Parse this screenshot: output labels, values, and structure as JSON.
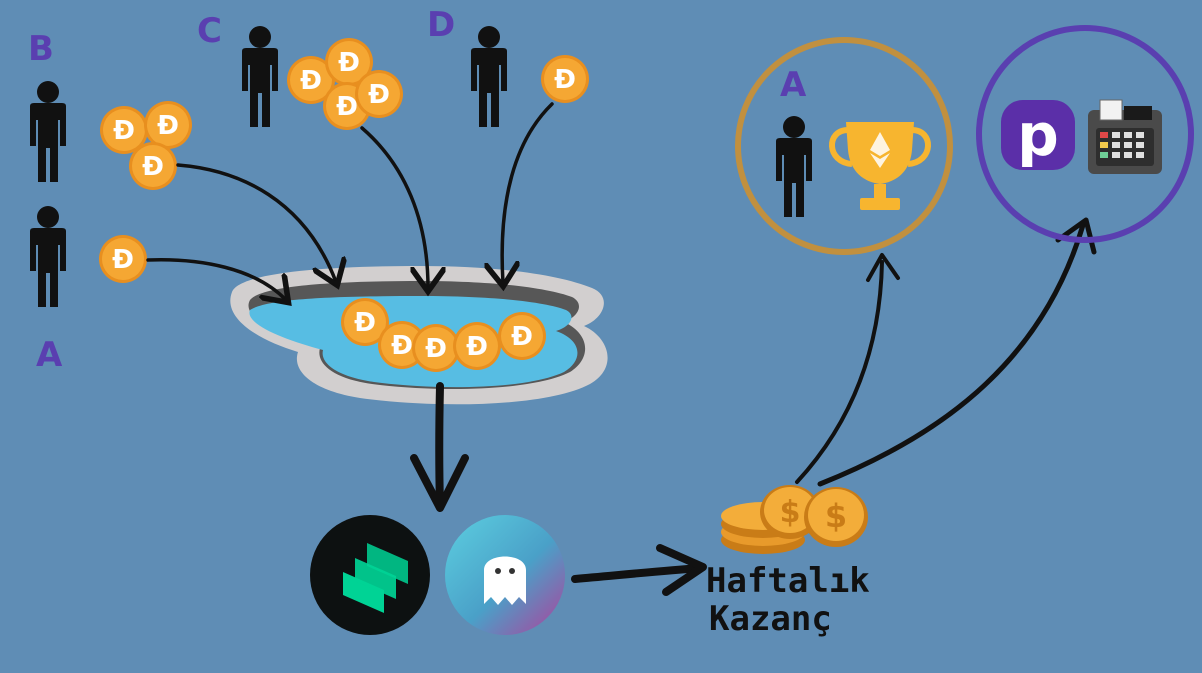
{
  "participants": {
    "b_label": "B",
    "a_label": "A",
    "c_label": "C",
    "d_label": "D",
    "winner_label": "A"
  },
  "output": {
    "caption_line1": "Haftalık",
    "caption_line2": "Kazanç"
  },
  "coin": {
    "glyph": "Ð",
    "fill_color": "#f5a733",
    "rim_color": "#e88f1f"
  },
  "protocols": {
    "compound_icon": "compound-logo-icon",
    "ghost_icon": "ghost-logo-icon"
  },
  "rewards": {
    "winner_icon": "trophy-icon",
    "pooltogether_icon": "p-logo-icon",
    "register_icon": "cash-register-icon",
    "winner_ring_color": "#c1903f",
    "platform_ring_color": "#5a3fb0"
  }
}
